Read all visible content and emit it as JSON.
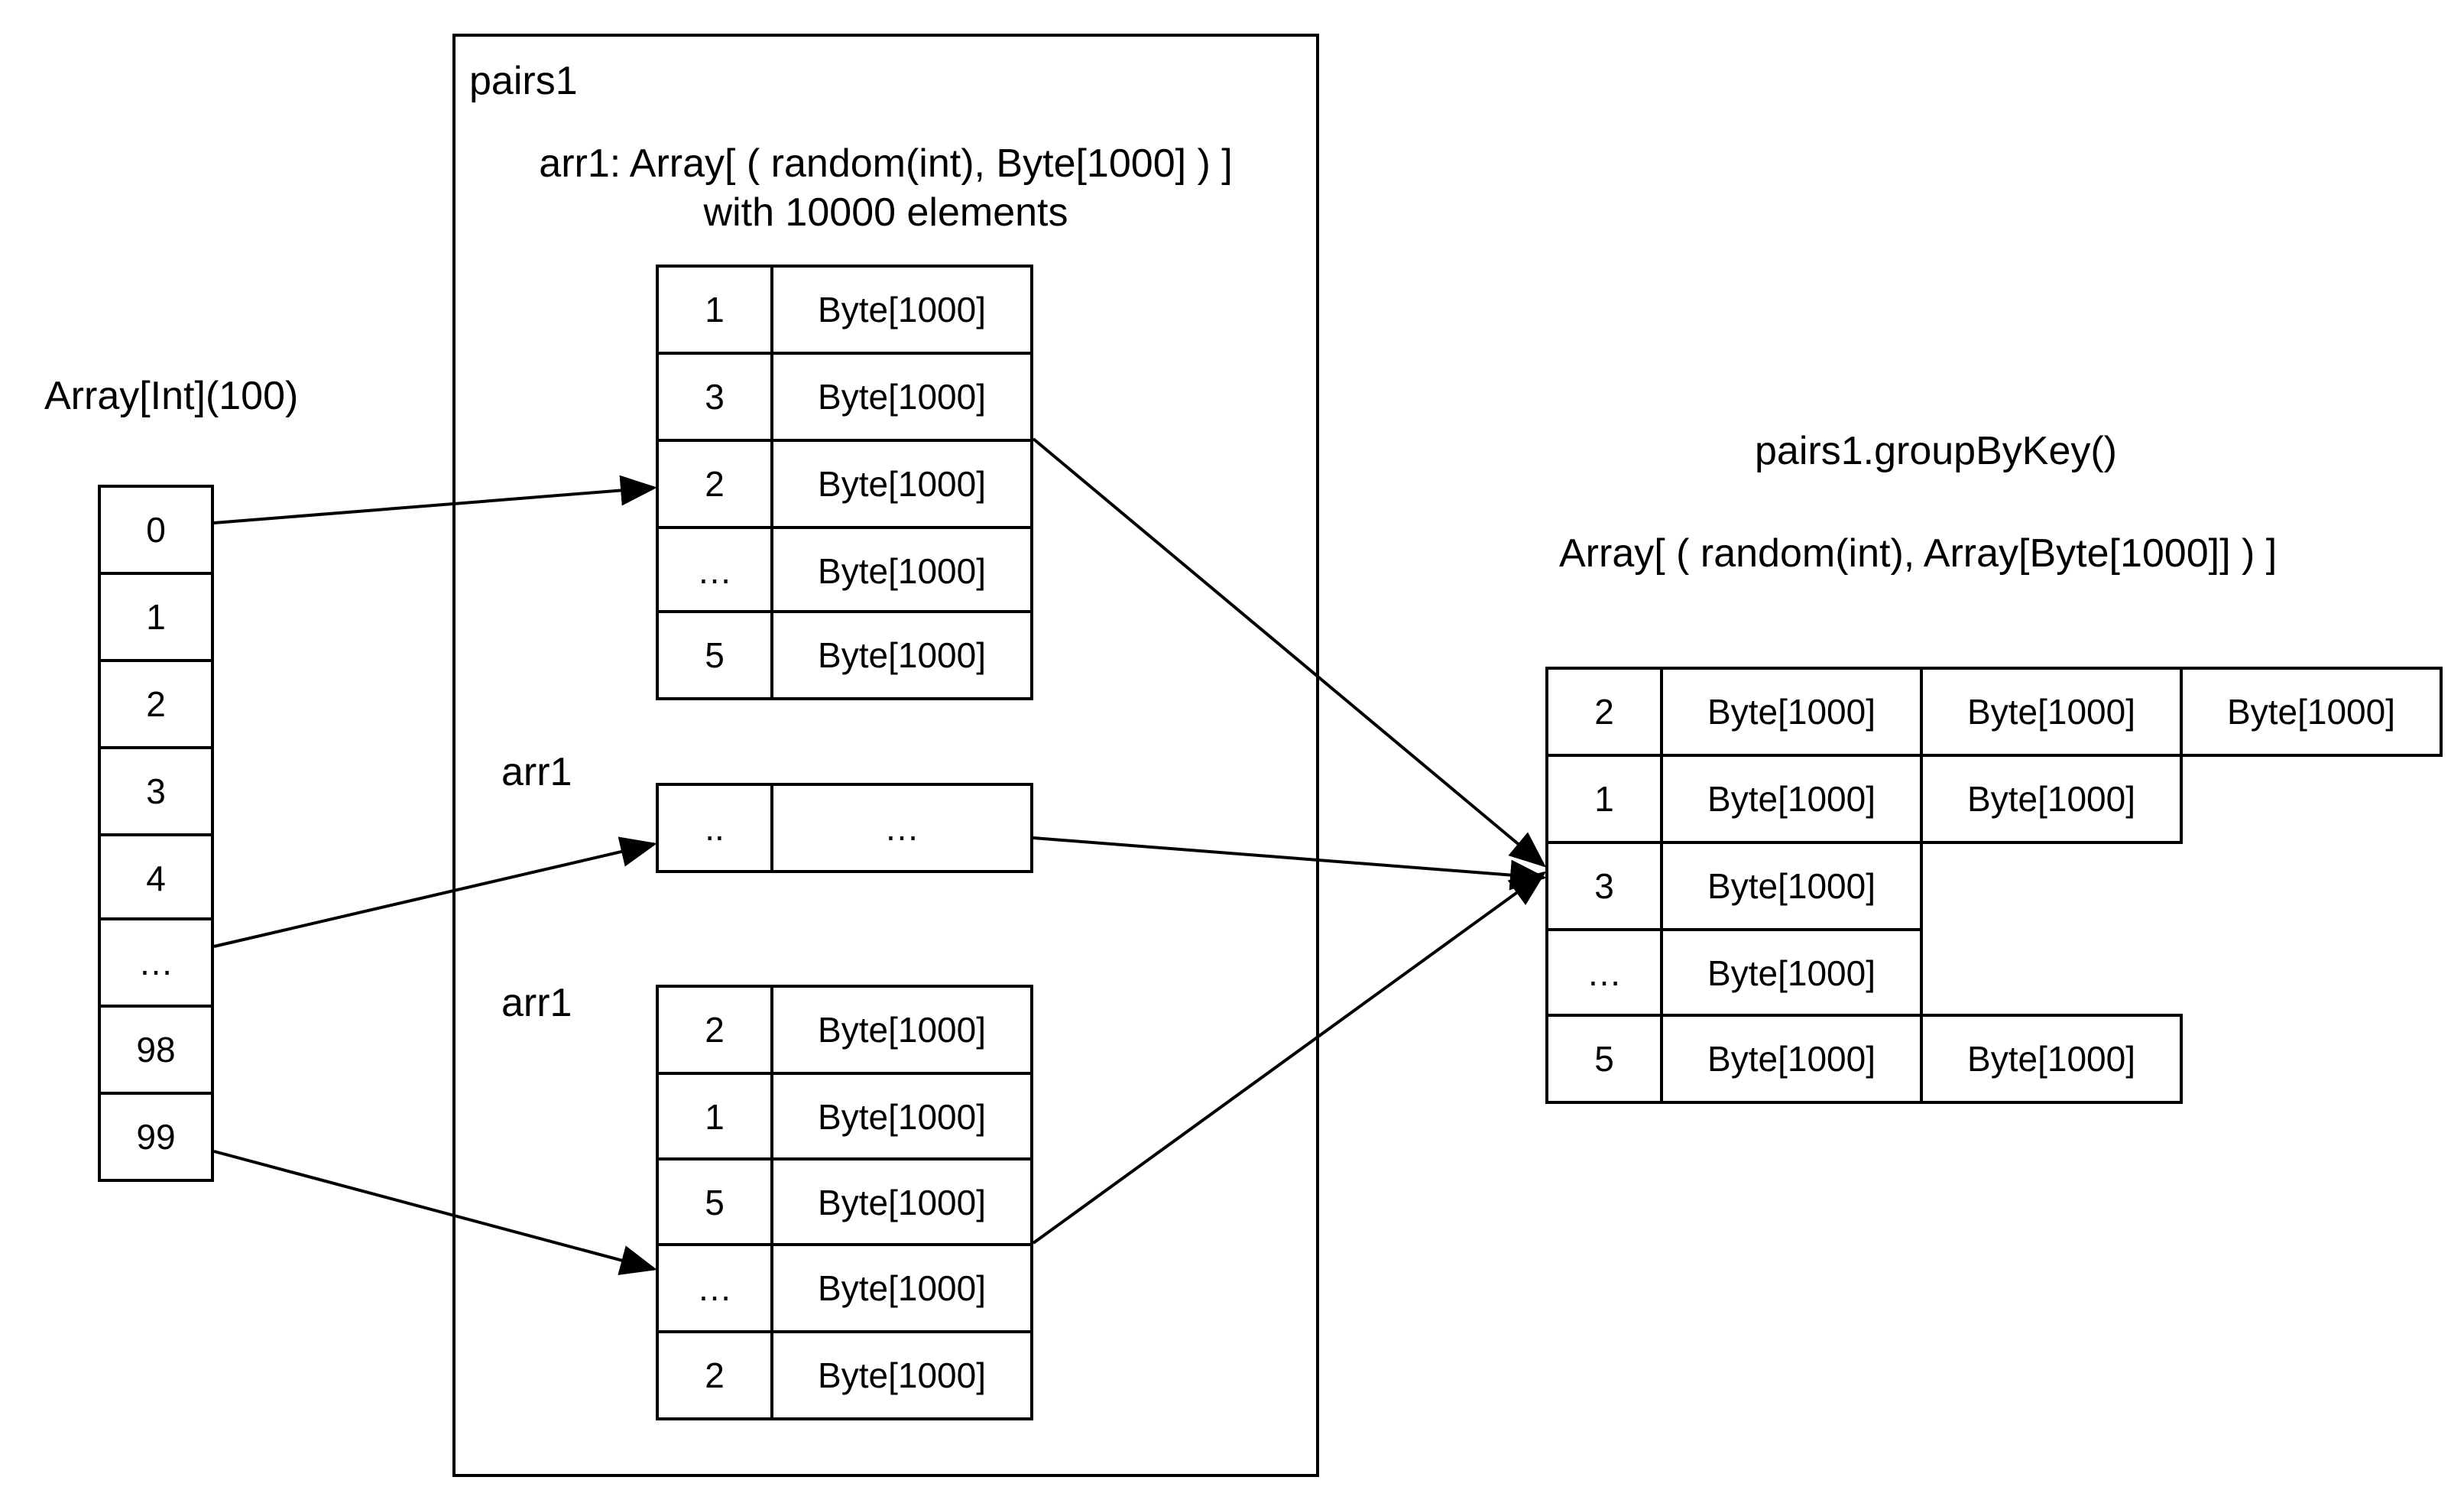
{
  "left_array": {
    "title": "Array[Int](100)",
    "cells": [
      "0",
      "1",
      "2",
      "3",
      "4",
      "…",
      "98",
      "99"
    ]
  },
  "pairs1": {
    "title": "pairs1",
    "arr_title_line1": "arr1: Array[ ( random(int), Byte[1000] ) ]",
    "arr_title_line2": "with 10000 elements",
    "table1": [
      [
        "1",
        "Byte[1000]"
      ],
      [
        "3",
        "Byte[1000]"
      ],
      [
        "2",
        "Byte[1000]"
      ],
      [
        "…",
        "Byte[1000]"
      ],
      [
        "5",
        "Byte[1000]"
      ]
    ],
    "arr2_title": "arr1",
    "table2": [
      [
        "..",
        "…"
      ]
    ],
    "arr3_title": "arr1",
    "table3": [
      [
        "2",
        "Byte[1000]"
      ],
      [
        "1",
        "Byte[1000]"
      ],
      [
        "5",
        "Byte[1000]"
      ],
      [
        "…",
        "Byte[1000]"
      ],
      [
        "2",
        "Byte[1000]"
      ]
    ]
  },
  "result": {
    "title": "pairs1.groupByKey()",
    "type_label": "Array[ ( random(int), Array[Byte[1000]] ) ]",
    "rows": [
      [
        "2",
        "Byte[1000]",
        "Byte[1000]",
        "Byte[1000]"
      ],
      [
        "1",
        "Byte[1000]",
        "Byte[1000]"
      ],
      [
        "3",
        "Byte[1000]"
      ],
      [
        "…",
        "Byte[1000]"
      ],
      [
        "5",
        "Byte[1000]",
        "Byte[1000]"
      ]
    ]
  }
}
